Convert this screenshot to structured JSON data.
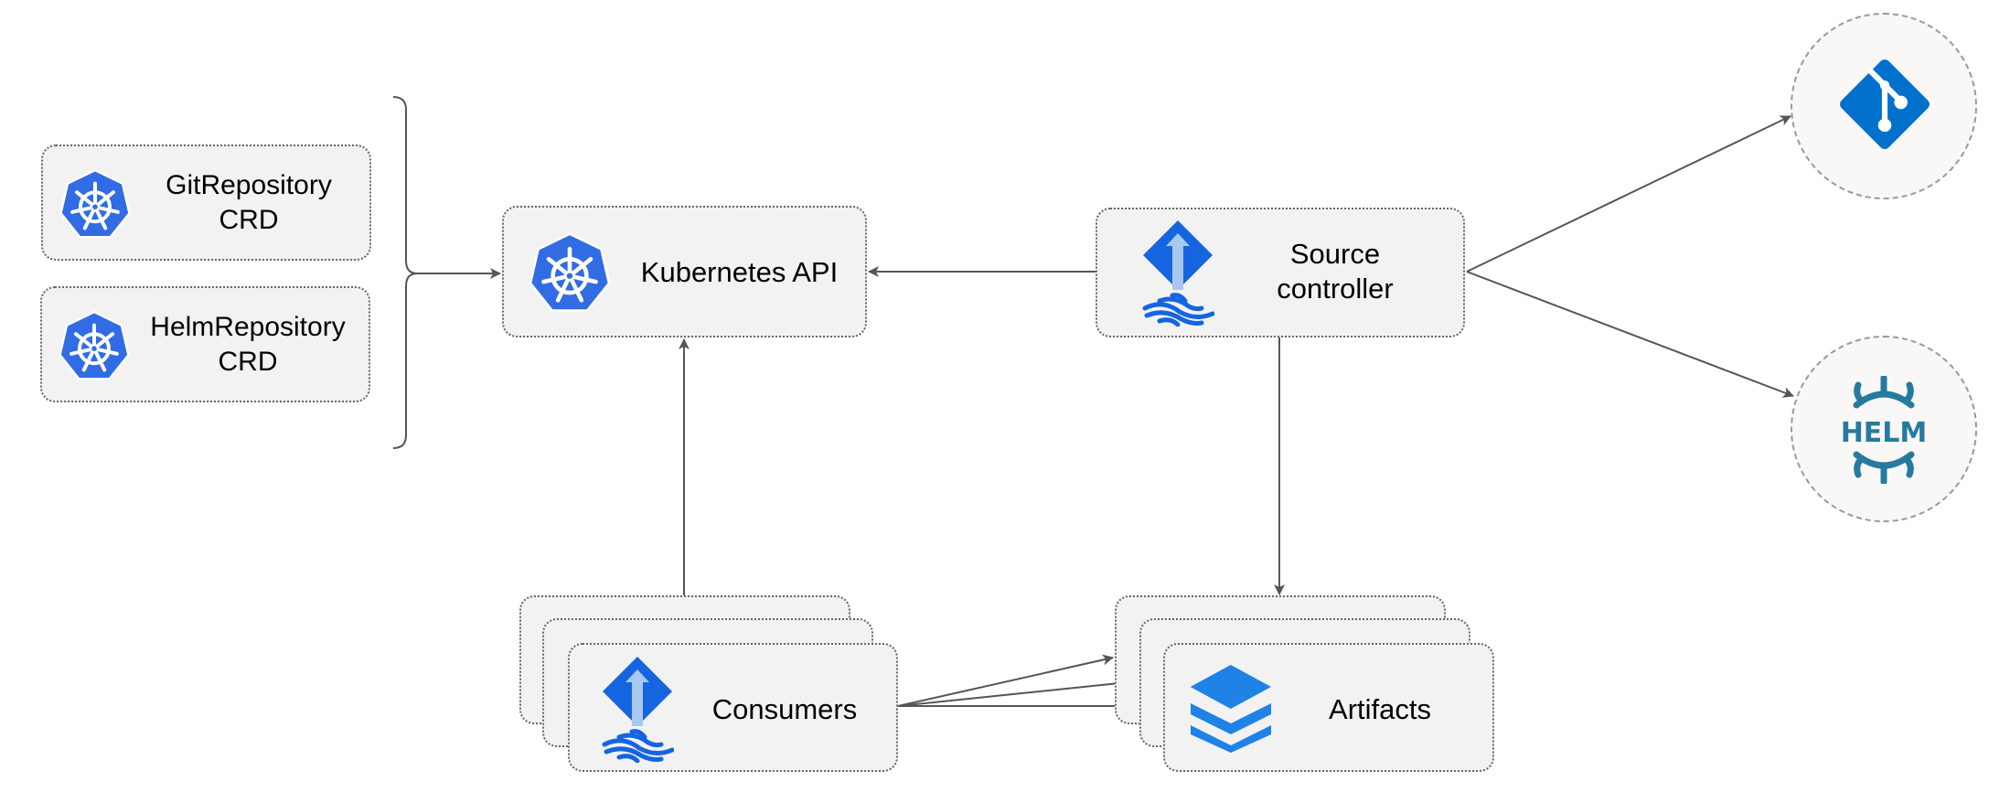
{
  "nodes": {
    "git_crd": {
      "line1": "GitRepository",
      "line2": "CRD",
      "icon": "kubernetes-icon"
    },
    "helm_crd": {
      "line1": "HelmRepository",
      "line2": "CRD",
      "icon": "kubernetes-icon"
    },
    "kube_api": {
      "label": "Kubernetes API",
      "icon": "kubernetes-icon"
    },
    "source_controller": {
      "line1": "Source",
      "line2": "controller",
      "icon": "flux-icon"
    },
    "consumers": {
      "label": "Consumers",
      "icon": "flux-icon"
    },
    "artifacts": {
      "label": "Artifacts",
      "icon": "layers-icon"
    },
    "git": {
      "icon": "git-icon"
    },
    "helm": {
      "label": "HELM",
      "icon": "helm-icon"
    }
  },
  "colors": {
    "kubernetes": "#326ce5",
    "flux": "#1565e0",
    "artifacts": "#1e82e6",
    "git": "#0070cd",
    "helm": "#277a9f",
    "node_fill": "#f2f2f2",
    "edge": "#555555"
  }
}
